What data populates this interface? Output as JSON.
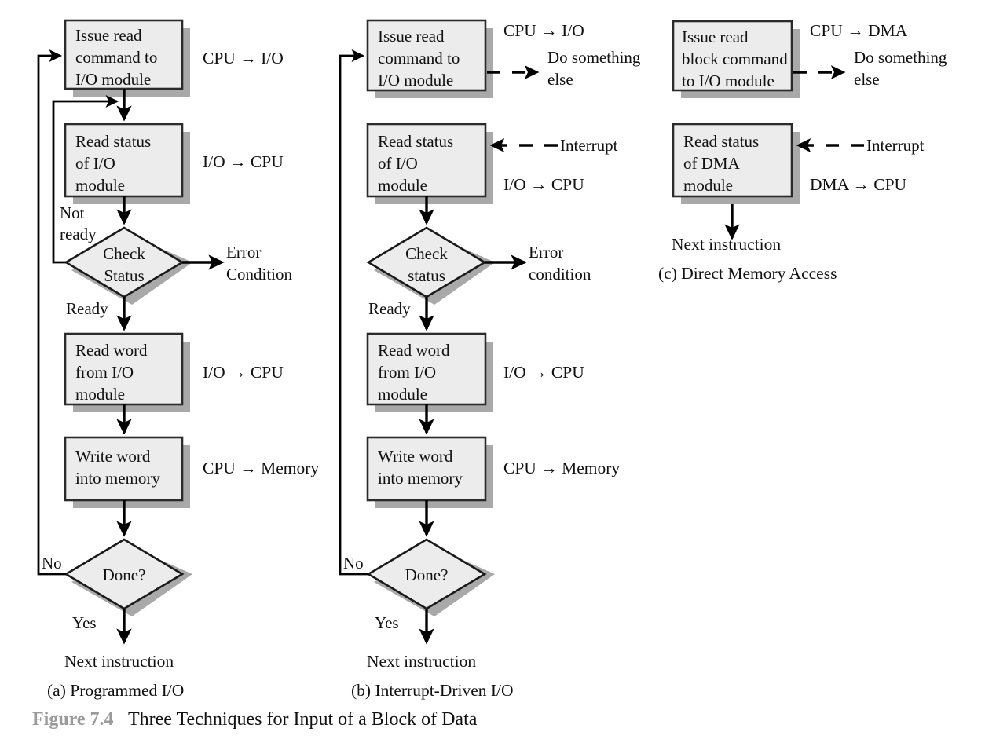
{
  "figure": {
    "number": "Figure 7.4",
    "title": "Three Techniques for Input of a Block of Data"
  },
  "colors": {
    "box_fill": "#ececec",
    "box_border": "#2b2b2b",
    "shadow": "#a9a9a9",
    "line": "#000000",
    "figure_number": "#9a9a9a",
    "text": "#111111"
  },
  "columns": [
    {
      "id": "a",
      "caption": "(a) Programmed I/O",
      "nodes": [
        {
          "id": "a-issue-read",
          "type": "process",
          "lines": [
            "Issue read",
            "command to",
            "I/O module"
          ]
        },
        {
          "id": "a-read-status",
          "type": "process",
          "lines": [
            "Read status",
            "of I/O",
            "module"
          ]
        },
        {
          "id": "a-check-status",
          "type": "decision",
          "lines": [
            "Check",
            "Status"
          ]
        },
        {
          "id": "a-read-word",
          "type": "process",
          "lines": [
            "Read word",
            "from I/O",
            "module"
          ]
        },
        {
          "id": "a-write-word",
          "type": "process",
          "lines": [
            "Write word",
            "into memory"
          ]
        },
        {
          "id": "a-done",
          "type": "decision",
          "lines": [
            "Done?"
          ]
        }
      ],
      "side_labels": [
        {
          "id": "a-side-1",
          "text": "CPU → I/O"
        },
        {
          "id": "a-side-2",
          "text": "I/O → CPU"
        },
        {
          "id": "a-side-3",
          "text": "I/O → CPU"
        },
        {
          "id": "a-side-4",
          "text": "CPU → Memory"
        }
      ],
      "branch_labels": [
        {
          "id": "a-not-ready",
          "lines": [
            "Not",
            "ready"
          ]
        },
        {
          "id": "a-ready",
          "lines": [
            "Ready"
          ]
        },
        {
          "id": "a-no",
          "lines": [
            "No"
          ]
        },
        {
          "id": "a-yes",
          "lines": [
            "Yes"
          ]
        }
      ],
      "error_label": {
        "lines": [
          "Error",
          "Condition"
        ]
      },
      "terminal": "Next instruction"
    },
    {
      "id": "b",
      "caption": "(b) Interrupt-Driven I/O",
      "nodes": [
        {
          "id": "b-issue-read",
          "type": "process",
          "lines": [
            "Issue read",
            "command to",
            "I/O module"
          ]
        },
        {
          "id": "b-read-status",
          "type": "process",
          "lines": [
            "Read status",
            "of I/O",
            "module"
          ]
        },
        {
          "id": "b-check-status",
          "type": "decision",
          "lines": [
            "Check",
            "status"
          ]
        },
        {
          "id": "b-read-word",
          "type": "process",
          "lines": [
            "Read word",
            "from I/O",
            "module"
          ]
        },
        {
          "id": "b-write-word",
          "type": "process",
          "lines": [
            "Write word",
            "into memory"
          ]
        },
        {
          "id": "b-done",
          "type": "decision",
          "lines": [
            "Done?"
          ]
        }
      ],
      "side_labels": [
        {
          "id": "b-side-1",
          "text": "CPU → I/O"
        },
        {
          "id": "b-side-2",
          "text": "I/O → CPU"
        },
        {
          "id": "b-side-3",
          "text": "I/O → CPU"
        },
        {
          "id": "b-side-4",
          "text": "CPU → Memory"
        }
      ],
      "dashed_labels": [
        {
          "id": "b-do-something",
          "lines": [
            "Do something",
            "else"
          ]
        },
        {
          "id": "b-interrupt",
          "lines": [
            "Interrupt"
          ]
        }
      ],
      "branch_labels": [
        {
          "id": "b-ready",
          "lines": [
            "Ready"
          ]
        },
        {
          "id": "b-no",
          "lines": [
            "No"
          ]
        },
        {
          "id": "b-yes",
          "lines": [
            "Yes"
          ]
        }
      ],
      "error_label": {
        "lines": [
          "Error",
          "condition"
        ]
      },
      "terminal": "Next instruction"
    },
    {
      "id": "c",
      "caption": "(c) Direct Memory Access",
      "nodes": [
        {
          "id": "c-issue-read-block",
          "type": "process",
          "lines": [
            "Issue read",
            "block command",
            "to I/O module"
          ]
        },
        {
          "id": "c-read-status",
          "type": "process",
          "lines": [
            "Read status",
            "of DMA",
            "module"
          ]
        }
      ],
      "side_labels": [
        {
          "id": "c-side-1",
          "text": "CPU → DMA"
        },
        {
          "id": "c-side-2",
          "text": "DMA → CPU"
        }
      ],
      "dashed_labels": [
        {
          "id": "c-do-something",
          "lines": [
            "Do something",
            "else"
          ]
        },
        {
          "id": "c-interrupt",
          "lines": [
            "Interrupt"
          ]
        }
      ],
      "terminal": "Next instruction"
    }
  ]
}
